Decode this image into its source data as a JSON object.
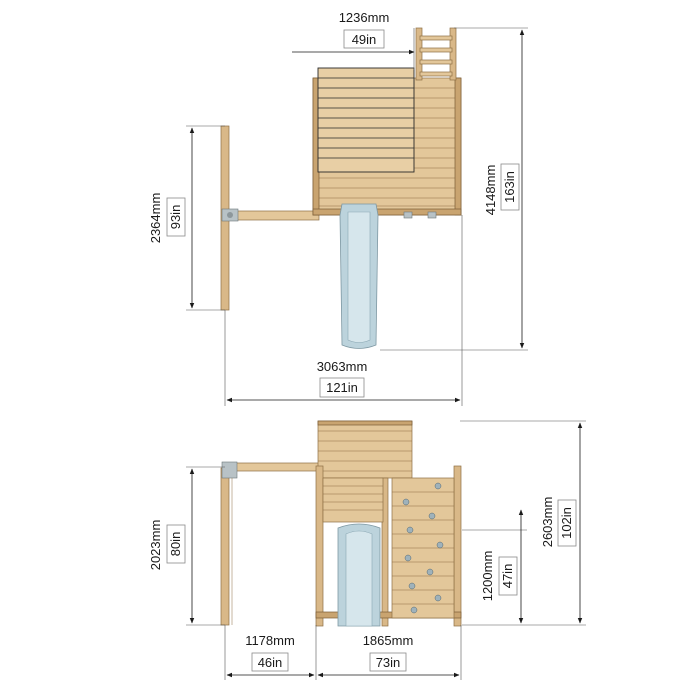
{
  "dimensions": {
    "top_width": {
      "mm": "1236mm",
      "in": "49in"
    },
    "total_depth": {
      "mm": "4148mm",
      "in": "163in"
    },
    "swing_beam": {
      "mm": "2364mm",
      "in": "93in"
    },
    "total_width": {
      "mm": "3063mm",
      "in": "121in"
    },
    "swing_height": {
      "mm": "2023mm",
      "in": "80in"
    },
    "deck_height": {
      "mm": "1200mm",
      "in": "47in"
    },
    "total_height": {
      "mm": "2603mm",
      "in": "102in"
    },
    "swing_arm": {
      "mm": "1178mm",
      "in": "46in"
    },
    "tower_width": {
      "mm": "1865mm",
      "in": "73in"
    }
  },
  "colors": {
    "wood": "#e3c79a",
    "wood_outline": "#8e6f44",
    "slide": "#bcd3dc",
    "dimension_line": "#1a1a1a"
  }
}
